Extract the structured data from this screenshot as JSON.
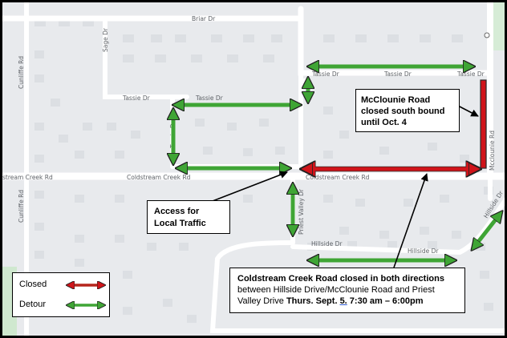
{
  "road_labels": {
    "briar": "Briar Dr",
    "sage": "Sage Dr",
    "cunliffe_top": "Cunliffe Rd",
    "cunliffe_bottom": "Cunliffe Rd",
    "tassie_left": "Tassie Dr",
    "tassie_mid": "Tassie Dr",
    "tassie_r1": "Tassie Dr",
    "tassie_r2": "Tassie Dr",
    "tassie_r3": "Tassie Dr",
    "tassie_vertical": "Tassie Dr",
    "coldstream_left": "stream Creek Rd",
    "coldstream_mid": "Coldstream Creek Rd",
    "coldstream_right": "Coldstream Creek Rd",
    "mcclounie": "Mcclounie Rd",
    "priest_valley": "Priest Valley Dr",
    "hillside_left": "Hillside Dr",
    "hillside_right": "Hillside Dr",
    "hillside_diag": "Hillside Dr"
  },
  "callouts": {
    "mcclounie_line1": "McClounie Road",
    "mcclounie_line2": "closed south bound",
    "mcclounie_line3": "until Oct. 4",
    "access_line1": "Access for",
    "access_line2": "Local Traffic",
    "coldstream_title": "Coldstream Creek Road closed in both directions",
    "coldstream_line2": "between Hillside Drive/McClounie Road and Priest",
    "coldstream_line3_prefix": "Valley Drive ",
    "coldstream_date_a": "Thurs. Sept. ",
    "coldstream_date_b": "5.",
    "coldstream_date_c": " 7:30 am – 6:00pm"
  },
  "legend": {
    "closed_label": "Closed",
    "detour_label": "Detour"
  },
  "colors": {
    "closed": "#d0141a",
    "detour": "#3fa535",
    "road": "#ffffff",
    "background": "#e8eaed",
    "building": "#dcdfe3"
  }
}
